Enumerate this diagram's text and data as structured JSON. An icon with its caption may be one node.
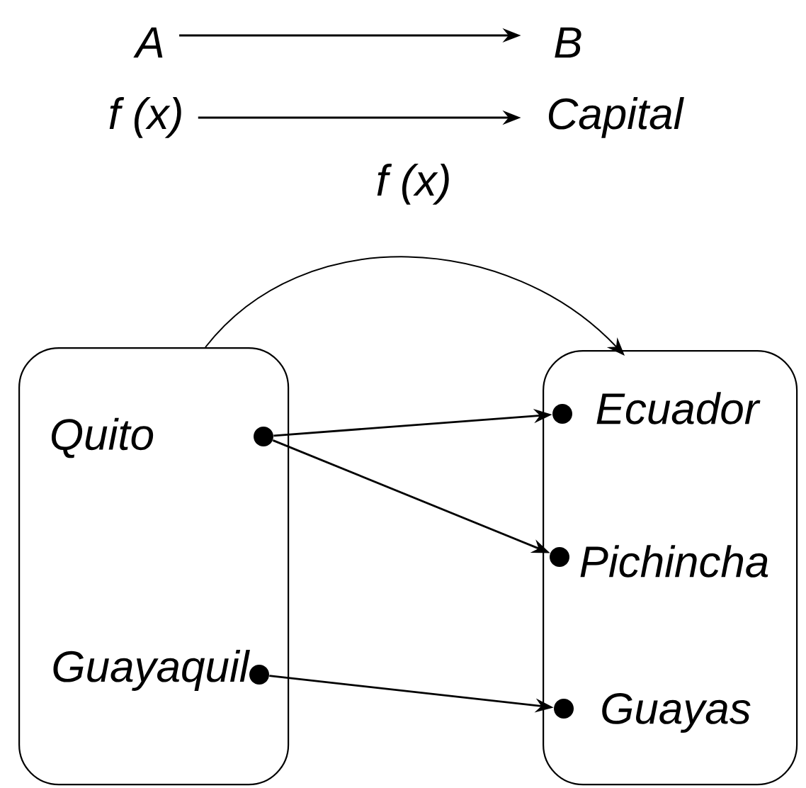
{
  "diagram": {
    "nodes": [
      {
        "text": [
          "A"
        ]
      },
      {
        "text": [
          "B"
        ]
      },
      {
        "text": [
          "f (x)"
        ]
      },
      {
        "text": [
          "Capital"
        ]
      },
      {
        "text": [],
        "shape": "box"
      },
      {
        "text": [],
        "shape": "box"
      },
      {
        "text": [],
        "shape": "circle",
        "in": 4
      },
      {
        "text": [],
        "shape": "circle",
        "in": 4,
        "beside": [
          "Guayaquil"
        ]
      },
      {
        "text": [],
        "shape": "circle",
        "in": 5,
        "beside": [
          "Ecuador"
        ]
      },
      {
        "text": [],
        "shape": "circle",
        "in": 5,
        "beside": [
          "Pichincha"
        ]
      },
      {
        "text": [],
        "shape": "circle",
        "in": 5,
        "beside": [
          "Guayas"
        ]
      }
    ],
    "edges": [
      {
        "from": 0,
        "to": 1,
        "arrow": "to"
      },
      {
        "from": 2,
        "to": 3,
        "arrow": "to"
      },
      {
        "from": 4,
        "to": 5,
        "arrow": "to",
        "label": "f (x)"
      },
      {
        "from": 6,
        "to": 8,
        "arrow": "to"
      },
      {
        "from": 6,
        "to": 9,
        "arrow": "to"
      },
      {
        "from": 7,
        "to": 10,
        "arrow": "to"
      }
    ],
    "labels": [
      "Quito"
    ]
  }
}
